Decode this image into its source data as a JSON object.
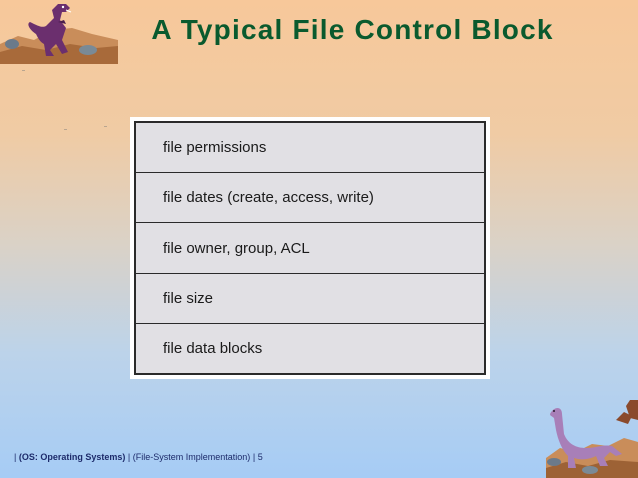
{
  "slide": {
    "title": "A Typical File Control Block"
  },
  "fcb_fields": [
    "file permissions",
    "file dates (create, access, write)",
    "file owner, group, ACL",
    "file size",
    "file data blocks"
  ],
  "footer": {
    "sep1": "|",
    "course": "(OS: Operating Systems)",
    "sep2": "|",
    "chapter": "(File-System Implementation)",
    "sep3": "|",
    "page": "5"
  },
  "images": {
    "top_left": "dinosaur-clipart-icon",
    "bottom_right": "dinosaur-clipart-icon"
  }
}
